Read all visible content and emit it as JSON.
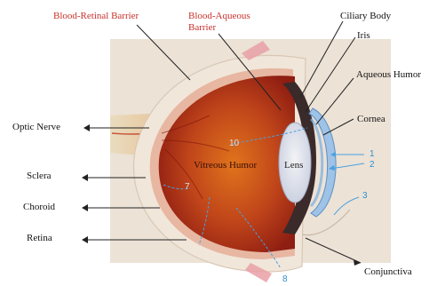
{
  "diagram": {
    "barrier_labels": {
      "blood_retinal": "Blood-Retinal Barrier",
      "blood_aqueous_line1": "Blood-Aqueous",
      "blood_aqueous_line2": "Barrier"
    },
    "right_labels": {
      "ciliary_body": "Ciliary Body",
      "iris": "Iris",
      "aqueous_humor": "Aqueous Humor",
      "cornea": "Cornea",
      "conjunctiva": "Conjunctiva"
    },
    "left_labels": {
      "optic_nerve": "Optic Nerve",
      "sclera": "Sclera",
      "choroid": "Choroid",
      "retina": "Retina"
    },
    "inner_labels": {
      "vitreous_humor": "Vitreous Humor",
      "lens": "Lens"
    },
    "route_numbers": [
      "1",
      "2",
      "3",
      "7",
      "8",
      "10"
    ],
    "colors": {
      "barrier_text": "#c8312b",
      "route_numbers": "#2f8fd0",
      "vitreous": "#b52a10",
      "sclera": "#f1e6da",
      "background_card": "#ece2d6"
    }
  }
}
